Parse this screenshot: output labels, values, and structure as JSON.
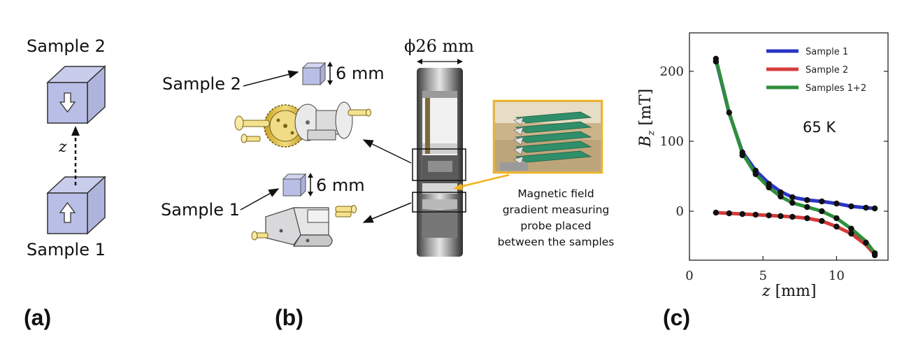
{
  "panel_a": {
    "label": "(a)",
    "sample_top": "Sample 2",
    "sample_bottom": "Sample 1",
    "axis_symbol": "z"
  },
  "panel_b": {
    "label": "(b)",
    "sample2_label": "Sample 2",
    "sample1_label": "Sample 1",
    "cube_size_top": "6 mm",
    "cube_size_bottom": "6 mm",
    "diameter": "ϕ26 mm",
    "probe_caption": [
      "Magnetic field",
      "gradient measuring",
      "probe placed",
      "between the samples"
    ],
    "inset_border_color": "#f2b21b"
  },
  "panel_c": {
    "label": "(c)",
    "temperature": "65 K",
    "ylabel_symbol": "B",
    "ylabel_sub": "z",
    "ylabel_unit": "[mT]",
    "xlabel_symbol": "z",
    "xlabel_unit": "[mm]"
  },
  "chart_data": {
    "type": "line",
    "xlim": [
      0,
      13.5
    ],
    "ylim": [
      -70,
      255
    ],
    "xticks": [
      0,
      5,
      10
    ],
    "yticks": [
      0,
      100,
      200
    ],
    "grid": false,
    "legend_position": "top-right",
    "series": [
      {
        "name": "Sample 1",
        "color": "#2a35c4",
        "x": [
          1.8,
          2.7,
          3.6,
          4.5,
          5.4,
          6.2,
          7.0,
          8.0,
          9.0,
          10.0,
          11.0,
          12.0,
          12.6
        ],
        "y": [
          216,
          140,
          85,
          58,
          40,
          28,
          20,
          16,
          14,
          11,
          7,
          5,
          4
        ]
      },
      {
        "name": "Sample 2",
        "color": "#d63a3a",
        "x": [
          1.8,
          2.7,
          3.6,
          4.5,
          5.4,
          6.2,
          7.0,
          8.0,
          9.0,
          10.0,
          11.0,
          12.0,
          12.6
        ],
        "y": [
          -2,
          -3,
          -4,
          -5,
          -6,
          -7,
          -8,
          -10,
          -14,
          -22,
          -32,
          -48,
          -62
        ]
      },
      {
        "name": "Samples 1+2",
        "color": "#2f8f3a",
        "x": [
          1.8,
          2.7,
          3.6,
          4.5,
          5.4,
          6.2,
          7.0,
          8.0,
          9.0,
          10.0,
          11.0,
          12.0,
          12.6
        ],
        "y": [
          218,
          141,
          83,
          53,
          34,
          21,
          12,
          6,
          0,
          -10,
          -25,
          -43,
          -60
        ]
      }
    ],
    "markers": [
      {
        "x": 1.8,
        "y": 218
      },
      {
        "x": 1.8,
        "y": 214
      },
      {
        "x": 2.7,
        "y": 141
      },
      {
        "x": 3.6,
        "y": 84
      },
      {
        "x": 3.6,
        "y": 80
      },
      {
        "x": 4.5,
        "y": 58
      },
      {
        "x": 4.5,
        "y": 53
      },
      {
        "x": 5.4,
        "y": 39
      },
      {
        "x": 5.4,
        "y": 34
      },
      {
        "x": 6.2,
        "y": 27
      },
      {
        "x": 6.2,
        "y": 21
      },
      {
        "x": 7.0,
        "y": 20
      },
      {
        "x": 7.0,
        "y": 12
      },
      {
        "x": 8.0,
        "y": 16
      },
      {
        "x": 8.0,
        "y": 6
      },
      {
        "x": 9.0,
        "y": 14
      },
      {
        "x": 9.0,
        "y": 0
      },
      {
        "x": 10.0,
        "y": 11
      },
      {
        "x": 10.0,
        "y": -10
      },
      {
        "x": 11.0,
        "y": 7
      },
      {
        "x": 11.0,
        "y": -25
      },
      {
        "x": 12.0,
        "y": 5
      },
      {
        "x": 12.0,
        "y": -45
      },
      {
        "x": 12.6,
        "y": 4
      },
      {
        "x": 12.6,
        "y": -60
      },
      {
        "x": 12.6,
        "y": -63
      },
      {
        "x": 1.8,
        "y": -2
      },
      {
        "x": 2.7,
        "y": -3
      },
      {
        "x": 3.6,
        "y": -4
      },
      {
        "x": 4.5,
        "y": -5
      },
      {
        "x": 5.4,
        "y": -6
      },
      {
        "x": 6.2,
        "y": -7
      },
      {
        "x": 7.0,
        "y": -8
      },
      {
        "x": 8.0,
        "y": -10
      },
      {
        "x": 9.0,
        "y": -14
      },
      {
        "x": 10.0,
        "y": -22
      },
      {
        "x": 11.0,
        "y": -32
      }
    ]
  }
}
